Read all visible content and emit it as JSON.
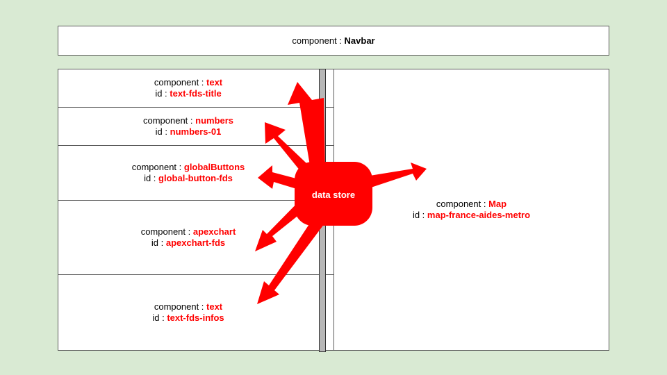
{
  "navbar": {
    "prefix": "component : ",
    "name": "Navbar"
  },
  "left_components": [
    {
      "component_prefix": "component : ",
      "component": "text",
      "id_prefix": "id : ",
      "id": "text-fds-title"
    },
    {
      "component_prefix": "component : ",
      "component": "numbers",
      "id_prefix": "id : ",
      "id": "numbers-01"
    },
    {
      "component_prefix": "component : ",
      "component": "globalButtons",
      "id_prefix": "id : ",
      "id": "global-button-fds"
    },
    {
      "component_prefix": "component : ",
      "component": "apexchart",
      "id_prefix": "id : ",
      "id": "apexchart-fds"
    },
    {
      "component_prefix": "component : ",
      "component": "text",
      "id_prefix": "id : ",
      "id": "text-fds-infos"
    }
  ],
  "map": {
    "component_prefix": "component : ",
    "component": "Map",
    "id_prefix": "id : ",
    "id": "map-france-aides-metro"
  },
  "data_store": {
    "label": "data store"
  },
  "colors": {
    "background": "#d9ead3",
    "accent": "#ff0000",
    "panel": "#ffffff",
    "scrollbar": "#b7b7b7"
  }
}
